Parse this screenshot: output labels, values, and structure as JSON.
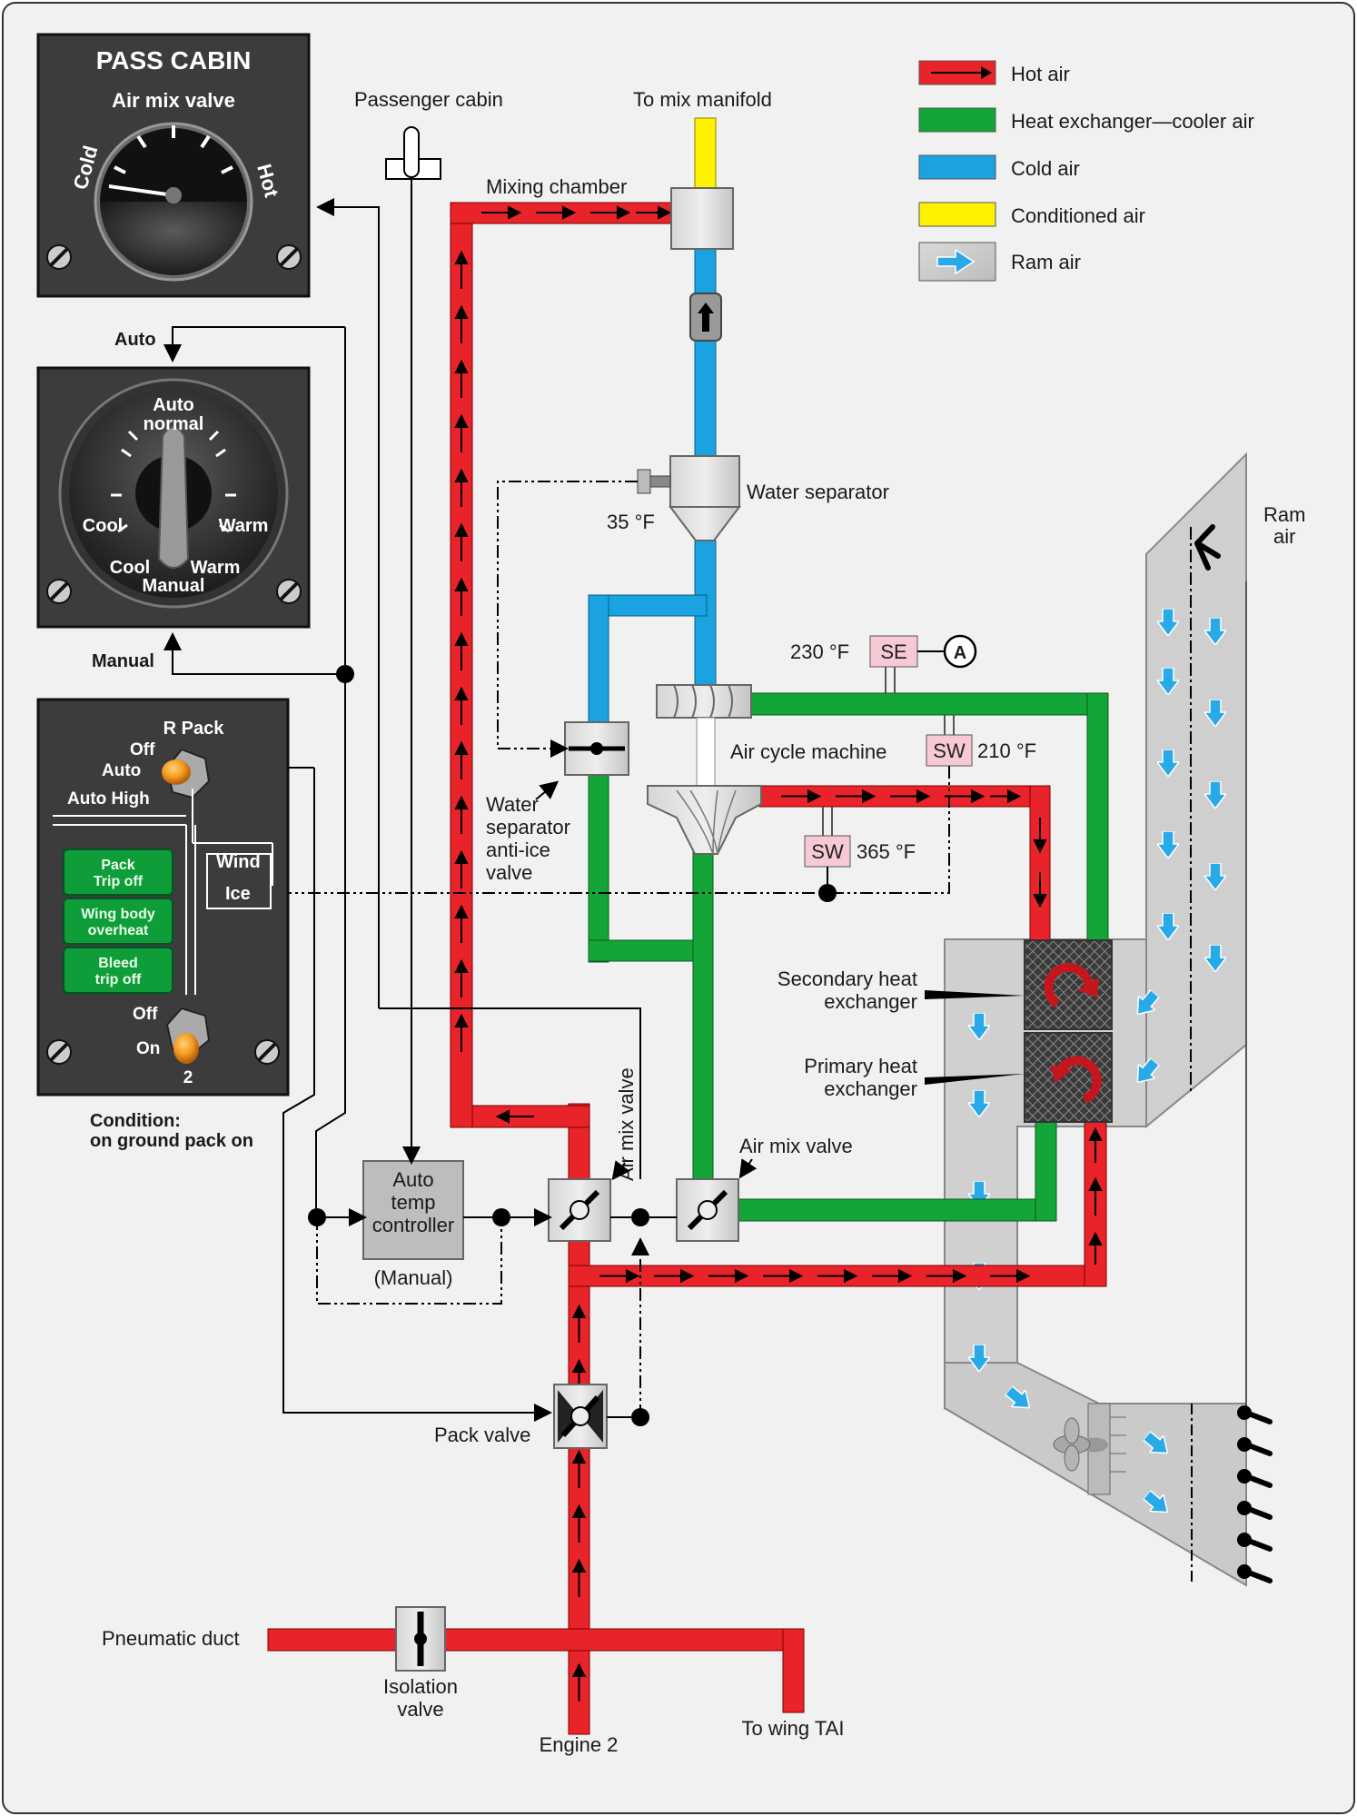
{
  "legend": {
    "items": [
      {
        "label": "Hot air",
        "swatch": "#e8232a",
        "kind": "hot"
      },
      {
        "label": "Heat exchanger—cooler air",
        "swatch": "#13a538",
        "kind": "cooler"
      },
      {
        "label": "Cold air",
        "swatch": "#1aa3e0",
        "kind": "cold"
      },
      {
        "label": "Conditioned air",
        "swatch": "#fff200",
        "kind": "conditioned"
      },
      {
        "label": "Ram air",
        "swatch": "#c8c8c8",
        "kind": "ram"
      }
    ]
  },
  "panels": {
    "pass_cabin": {
      "title": "PASS CABIN",
      "subtitle": "Air mix valve",
      "cold": "Cold",
      "hot": "Hot"
    },
    "temp_selector": {
      "auto_normal_1": "Auto",
      "auto_normal_2": "normal",
      "cool": "Cool",
      "warm": "Warm",
      "cool_manual": "Cool",
      "warm_manual": "Warm",
      "manual": "Manual",
      "auto_arrow": "Auto",
      "manual_arrow": "Manual"
    },
    "r_pack": {
      "title": "R Pack",
      "off": "Off",
      "auto": "Auto",
      "auto_high": "Auto High",
      "light1_a": "Pack",
      "light1_b": "Trip off",
      "light2_a": "Wing body",
      "light2_b": "overheat",
      "light3_a": "Bleed",
      "light3_b": "trip off",
      "wind": "Wind",
      "ice": "Ice",
      "off2": "Off",
      "on2": "On",
      "num": "2"
    },
    "condition": {
      "line1": "Condition:",
      "line2": "on ground pack on"
    }
  },
  "labels": {
    "passenger_cabin": "Passenger cabin",
    "to_mix_manifold": "To mix manifold",
    "mixing_chamber": "Mixing chamber",
    "water_separator": "Water separator",
    "temp_35": "35 °F",
    "temp_230": "230 °F",
    "se": "SE",
    "circle_a": "A",
    "sw1": "SW",
    "temp_210": "210 °F",
    "air_cycle_machine": "Air cycle machine",
    "sw2": "SW",
    "temp_365": "365 °F",
    "ws_anti_ice_1": "Water",
    "ws_anti_ice_2": "separator",
    "ws_anti_ice_3": "anti-ice",
    "ws_anti_ice_4": "valve",
    "secondary_hx_1": "Secondary heat",
    "secondary_hx_2": "exchanger",
    "primary_hx_1": "Primary heat",
    "primary_hx_2": "exchanger",
    "ram_air_1": "Ram",
    "ram_air_2": "air",
    "air_mix_valve_v": "Air mix valve",
    "air_mix_valve_h": "Air mix valve",
    "auto_temp_1": "Auto",
    "auto_temp_2": "temp",
    "auto_temp_3": "controller",
    "manual_paren": "(Manual)",
    "pack_valve": "Pack valve",
    "pneumatic_duct": "Pneumatic duct",
    "isolation_1": "Isolation",
    "isolation_2": "valve",
    "engine_2": "Engine 2",
    "to_wing_tai": "To wing TAI"
  }
}
